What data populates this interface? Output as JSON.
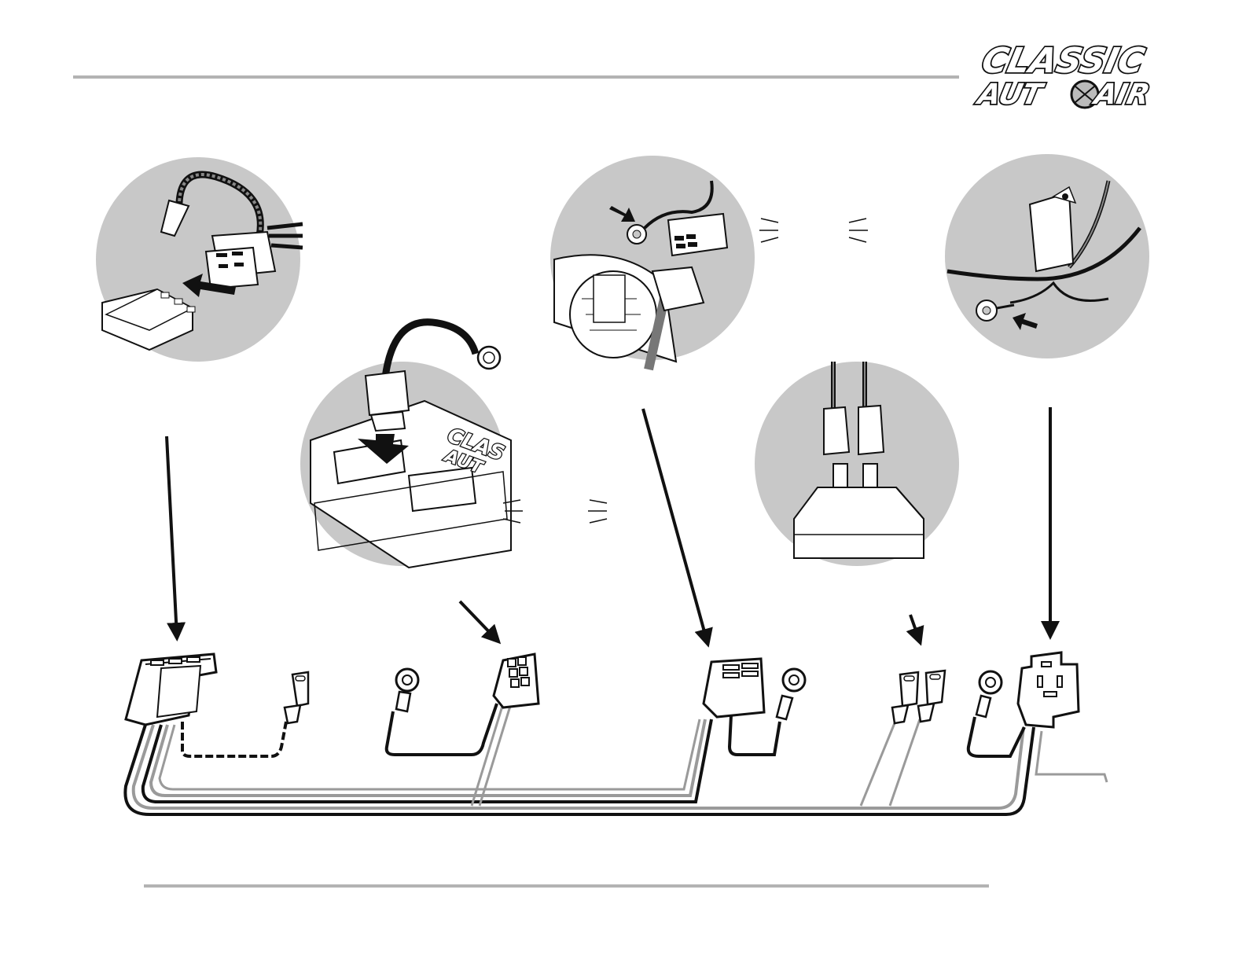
{
  "logo": {
    "line1": "CLASSIC",
    "line2_left": "AUT",
    "line2_right": "AIR"
  },
  "battery_logo": {
    "line1": "CLAS",
    "line2": "AUT"
  },
  "colors": {
    "rule": "#b3b3b3",
    "circle_fill": "#c8c8c8",
    "wire_black": "#1a1a1a",
    "wire_gray": "#a6a6a6",
    "outline": "#111111"
  }
}
